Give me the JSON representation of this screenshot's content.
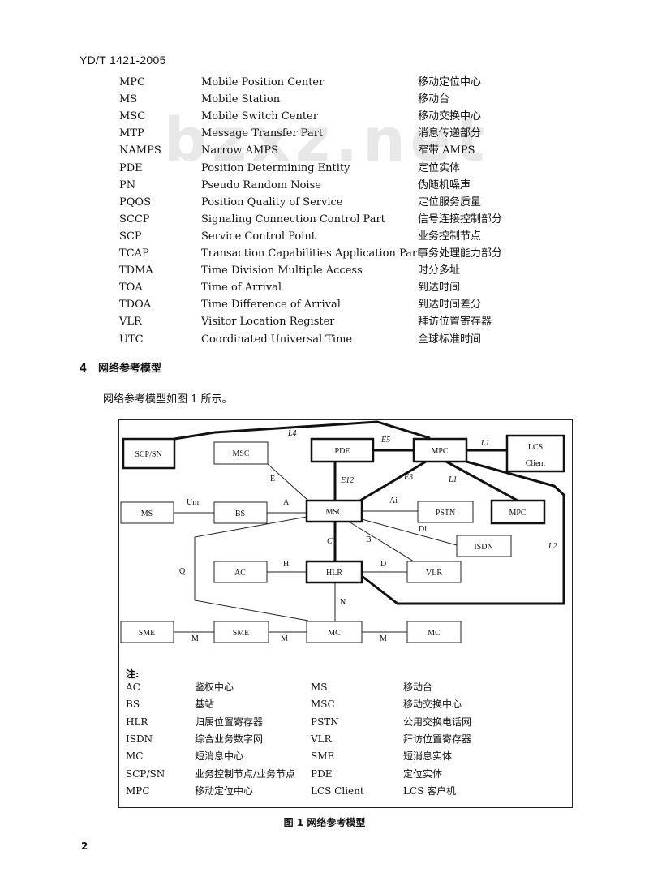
{
  "header": {
    "doc_code": "YD/T 1421-2005"
  },
  "watermark": "bzxz.net",
  "abbreviations": [
    {
      "abbr": "MPC",
      "en": "Mobile Position Center",
      "zh": "移动定位中心"
    },
    {
      "abbr": "MS",
      "en": "Mobile Station",
      "zh": "移动台"
    },
    {
      "abbr": "MSC",
      "en": "Mobile Switch Center",
      "zh": "移动交换中心"
    },
    {
      "abbr": "MTP",
      "en": "Message Transfer Part",
      "zh": "消息传递部分"
    },
    {
      "abbr": "NAMPS",
      "en": "Narrow AMPS",
      "zh": "窄带 AMPS"
    },
    {
      "abbr": "PDE",
      "en": "Position Determining Entity",
      "zh": "定位实体"
    },
    {
      "abbr": "PN",
      "en": "Pseudo Random Noise",
      "zh": "伪随机噪声"
    },
    {
      "abbr": "PQOS",
      "en": "Position Quality of Service",
      "zh": "定位服务质量"
    },
    {
      "abbr": "SCCP",
      "en": "Signaling Connection Control Part",
      "zh": "信号连接控制部分"
    },
    {
      "abbr": "SCP",
      "en": "Service Control Point",
      "zh": "业务控制节点"
    },
    {
      "abbr": "TCAP",
      "en": "Transaction Capabilities Application Part",
      "zh": "事务处理能力部分"
    },
    {
      "abbr": "TDMA",
      "en": "Time Division Multiple Access",
      "zh": "时分多址"
    },
    {
      "abbr": "TOA",
      "en": "Time of Arrival",
      "zh": "到达时间"
    },
    {
      "abbr": "TDOA",
      "en": "Time Difference of Arrival",
      "zh": "到达时间差分"
    },
    {
      "abbr": "VLR",
      "en": "Visitor Location Register",
      "zh": "拜访位置寄存器"
    },
    {
      "abbr": "UTC",
      "en": "Coordinated Universal Time",
      "zh": "全球标准时间"
    }
  ],
  "section": {
    "number": "4",
    "title": "网络参考模型"
  },
  "intro_text": "网络参考模型如图 1 所示。",
  "diagram": {
    "nodes": {
      "scp_sn": "SCP/SN",
      "msc_small": "MSC",
      "pde": "PDE",
      "mpc_top": "MPC",
      "lcs": "LCS",
      "lcs_client": "Client",
      "ms": "MS",
      "bs": "BS",
      "msc_main": "MSC",
      "pstn": "PSTN",
      "mpc_right": "MPC",
      "isdn": "ISDN",
      "ac": "AC",
      "hlr": "HLR",
      "vlr": "VLR",
      "sme_left": "SME",
      "sme_mid": "SME",
      "mc_mid": "MC",
      "mc_right": "MC"
    },
    "links": {
      "l4": "L4",
      "e5": "E5",
      "l1_top": "L1",
      "e": "E",
      "e12": "E12",
      "e3": "E3",
      "l1_mid": "L1",
      "um": "Um",
      "a": "A",
      "ai": "Ai",
      "di": "Di",
      "c": "C",
      "b": "B",
      "l2": "L2",
      "q": "Q",
      "h": "H",
      "d": "D",
      "n": "N",
      "m1": "M",
      "m2": "M",
      "m3": "M"
    }
  },
  "notes": {
    "title": "注:",
    "rows": [
      {
        "a_abbr": "AC",
        "a_zh": "鉴权中心",
        "b_abbr": "MS",
        "b_zh": "移动台"
      },
      {
        "a_abbr": "BS",
        "a_zh": "基站",
        "b_abbr": "MSC",
        "b_zh": "移动交换中心"
      },
      {
        "a_abbr": "HLR",
        "a_zh": "归属位置寄存器",
        "b_abbr": "PSTN",
        "b_zh": "公用交换电话网"
      },
      {
        "a_abbr": "ISDN",
        "a_zh": "综合业务数字网",
        "b_abbr": "VLR",
        "b_zh": "拜访位置寄存器"
      },
      {
        "a_abbr": "MC",
        "a_zh": "短消息中心",
        "b_abbr": "SME",
        "b_zh": "短消息实体"
      },
      {
        "a_abbr": "SCP/SN",
        "a_zh": "业务控制节点/业务节点",
        "b_abbr": "PDE",
        "b_zh": "定位实体"
      },
      {
        "a_abbr": "MPC",
        "a_zh": "移动定位中心",
        "b_abbr": "LCS Client",
        "b_zh": "LCS 客户机"
      }
    ]
  },
  "figure_caption": "图 1   网络参考模型",
  "page_number": "2"
}
